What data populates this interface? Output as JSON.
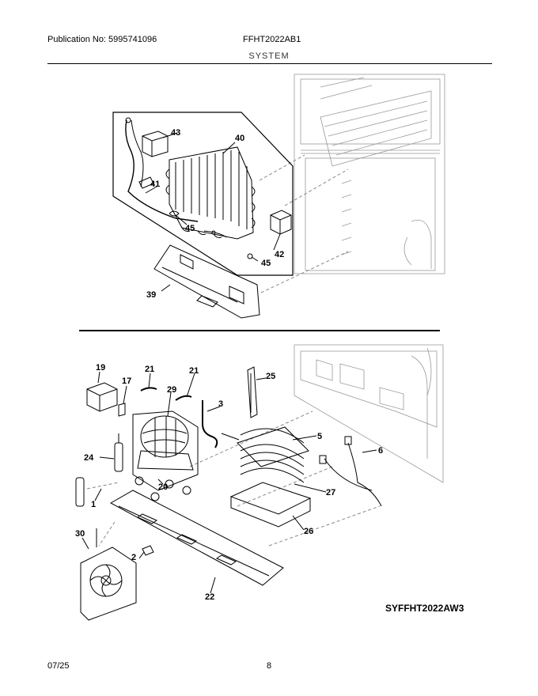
{
  "header": {
    "publication": "Publication No: 5995741096",
    "model": "FFHT2022AB1",
    "section": "SYSTEM"
  },
  "footer": {
    "date": "07/25",
    "page": "8"
  },
  "reference_code": "SYFFHT2022AW3",
  "parts": {
    "p1": "1",
    "p2": "2",
    "p3": "3",
    "p5": "5",
    "p6": "6",
    "p17": "17",
    "p19": "19",
    "p20": "20",
    "p21a": "21",
    "p21b": "21",
    "p22": "22",
    "p24": "24",
    "p25": "25",
    "p26": "26",
    "p27": "27",
    "p29": "29",
    "p30": "30",
    "p39": "39",
    "p40": "40",
    "p41": "41",
    "p42": "42",
    "p43": "43",
    "p45a": "45",
    "p45b": "45"
  }
}
